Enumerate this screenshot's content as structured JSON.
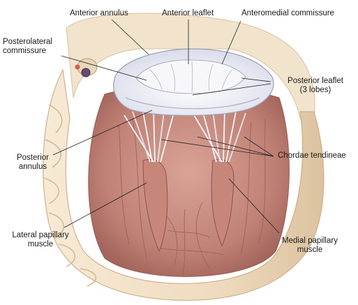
{
  "labels": {
    "anterior_annulus": "Anterior annulus",
    "anterior_leaflet": "Anterior leaflet",
    "anteromedial_commissure": "Anteromedial commissure",
    "posterolateral_commissure": [
      "Posterolateral",
      "commissure"
    ],
    "posterior_leaflet": [
      "Posterior leaflet",
      "(3 lobes)"
    ],
    "posterior_annulus": [
      "Posterior",
      "annulus"
    ],
    "chordae_tendineae": "Chordae tendineae",
    "lateral_papillary_muscle": [
      "Lateral papillary",
      "muscle"
    ],
    "medial_papillary_muscle": [
      "Medial papillary",
      "muscle"
    ]
  },
  "colors": {
    "myocardium": "#c98f83",
    "myocardium_dark": "#a9685f",
    "wall": "#f3e2c9",
    "wall_shadow": "#dcc3a1",
    "leaflet": "#eef0f7",
    "chordae": "#f4f4fa",
    "leader_line": "#222222"
  }
}
